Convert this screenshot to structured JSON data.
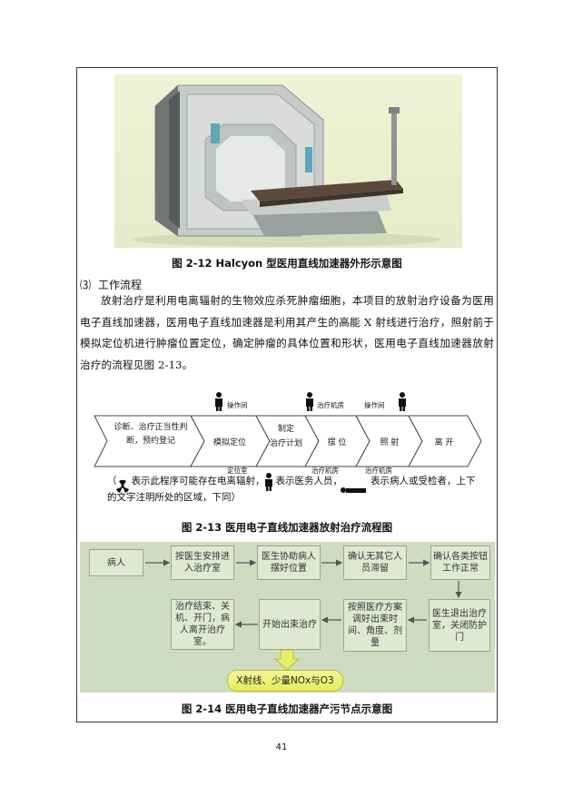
{
  "fig12": {
    "caption": "图 2-12 Halcyon 型医用直线加速器外形示意图"
  },
  "section": {
    "num": "⑶",
    "title": "工作流程"
  },
  "paragraph": "放射治疗是利用电离辐射的生物效应杀死肿瘤细胞，本项目的放射治疗设备为医用电子直线加速器，医用电子直线加速器是利用其产生的高能 X 射线进行治疗，照射前于模拟定位机进行肿瘤位置定位，确定肿瘤的具体位置和形状，医用电子直线加速器放射治疗的流程见图 2-13。",
  "fig13": {
    "top_labels": [
      "操作间",
      "治疗机房",
      "操作间"
    ],
    "steps": [
      {
        "line1": "诊断、治疗正当性判",
        "line2": "断，预约登记"
      },
      {
        "line1": "模拟定位",
        "line2": ""
      },
      {
        "line1": "制定",
        "line2": "治疗计划"
      },
      {
        "line1": "摆  位",
        "line2": ""
      },
      {
        "line1": "照  射",
        "line2": ""
      },
      {
        "line1": "离  开",
        "line2": ""
      }
    ],
    "bottom_labels": [
      "定位室",
      "治疗机房",
      "治疗机房"
    ],
    "legend_open": "（",
    "legend_radiation": "表示此程序可能存在电离辐射，",
    "legend_staff": "表示医务人员，",
    "legend_patient": "表示病人或受检者，上下",
    "legend_line2": "的文字注明所处的区域，下同）",
    "caption": "图 2-13  医用电子直线加速器放射治疗流程图"
  },
  "fig14": {
    "boxes": [
      {
        "id": "patient",
        "text": "病人"
      },
      {
        "id": "b1",
        "text": "按医生安排进入治疗室"
      },
      {
        "id": "b2",
        "text": "医生协助病人摆好位置"
      },
      {
        "id": "b3",
        "text": "确认无其它人员滞留"
      },
      {
        "id": "b4",
        "text": "确认各类按钮工作正常"
      },
      {
        "id": "b5",
        "text": "医生退出治疗室，关闭防护门"
      },
      {
        "id": "b6",
        "text": "按照医疗方案调好出束时间、角度、剂量"
      },
      {
        "id": "b7",
        "text": "开始出束治疗"
      },
      {
        "id": "b8",
        "text": "治疗结束、关机、开门，病人离开治疗室。"
      }
    ],
    "pollutant": "X射线、少量NOx与O3",
    "caption": "图 2-14  医用电子直线加速器产污节点示意图"
  },
  "page_number": "41",
  "colors": {
    "flow_bg": "#cfdcc1",
    "box_fill": "#dfe9d2",
    "pill": "#eef27a"
  }
}
